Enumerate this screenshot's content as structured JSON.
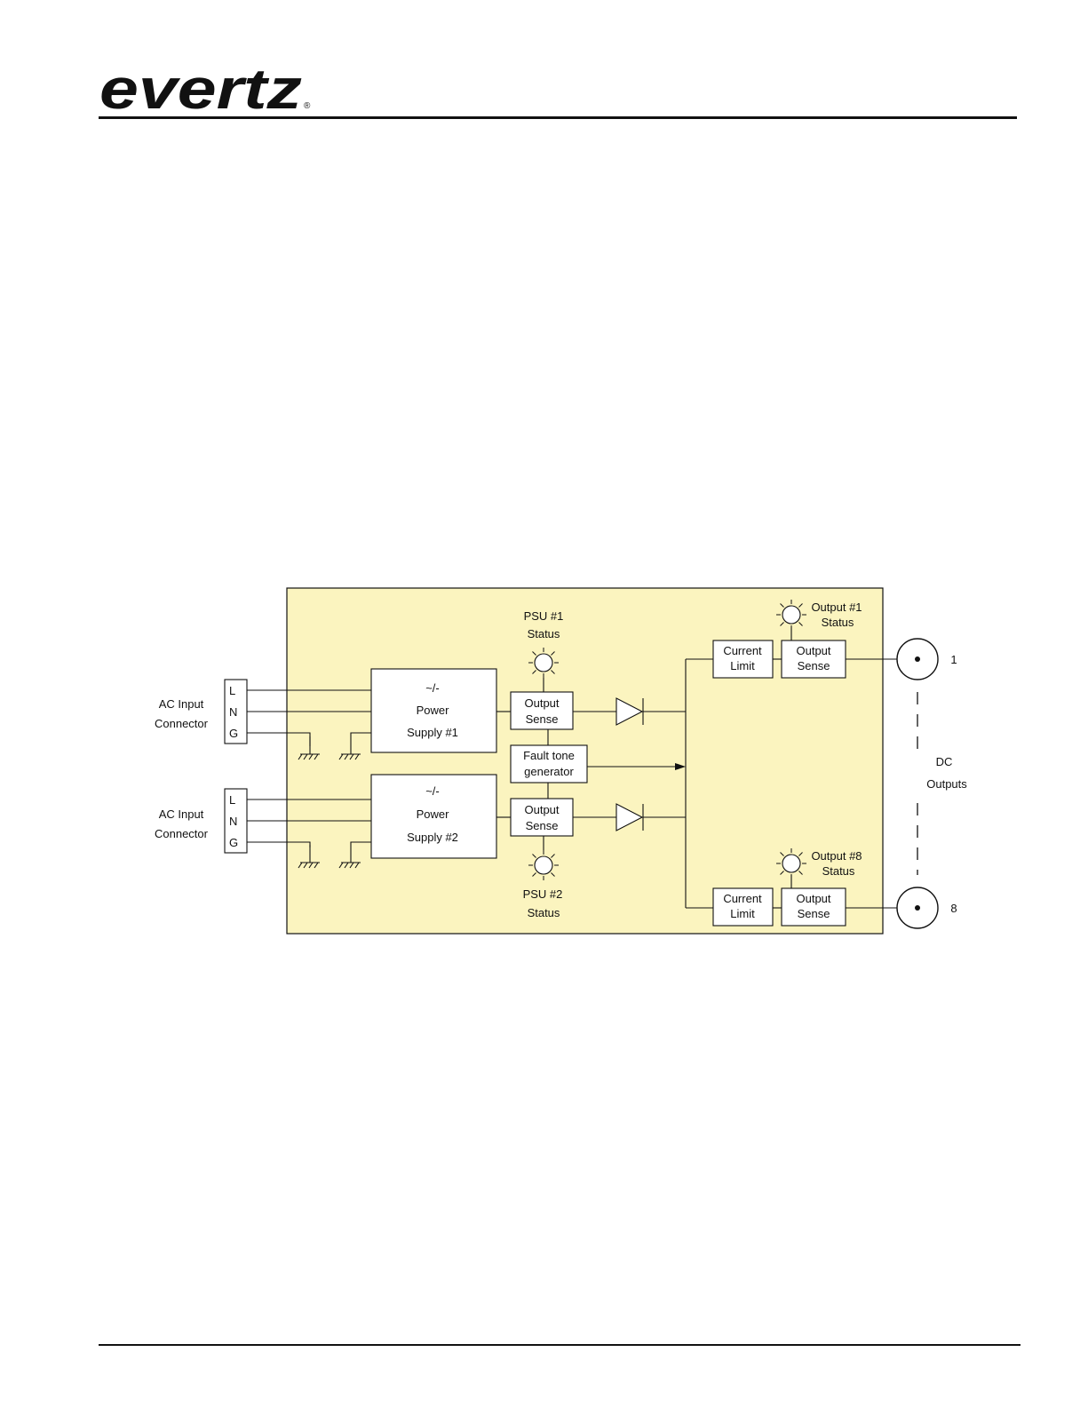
{
  "header": {
    "logo_text": "evertz",
    "logo_mark": "®"
  },
  "diagram": {
    "background_color": "#fbf4bf",
    "ac_connectors": [
      {
        "label_line1": "AC Input",
        "label_line2": "Connector",
        "pins": [
          "L",
          "N",
          "G"
        ]
      },
      {
        "label_line1": "AC Input",
        "label_line2": "Connector",
        "pins": [
          "L",
          "N",
          "G"
        ]
      }
    ],
    "power_supplies": [
      {
        "symbol": "~/-",
        "line2": "Power",
        "line3": "Supply #1"
      },
      {
        "symbol": "~/-",
        "line2": "Power",
        "line3": "Supply #2"
      }
    ],
    "psu_sense": [
      {
        "line1": "Output",
        "line2": "Sense"
      },
      {
        "line1": "Output",
        "line2": "Sense"
      }
    ],
    "psu_status": [
      {
        "line1": "PSU #1",
        "line2": "Status"
      },
      {
        "line1": "PSU #2",
        "line2": "Status"
      }
    ],
    "fault_tone": {
      "line1": "Fault tone",
      "line2": "generator"
    },
    "outputs": [
      {
        "current_limit": {
          "line1": "Current",
          "line2": "Limit"
        },
        "sense": {
          "line1": "Output",
          "line2": "Sense"
        },
        "status": {
          "line1": "Output #1",
          "line2": "Status"
        },
        "connector_number": "1"
      },
      {
        "current_limit": {
          "line1": "Current",
          "line2": "Limit"
        },
        "sense": {
          "line1": "Output",
          "line2": "Sense"
        },
        "status": {
          "line1": "Output #8",
          "line2": "Status"
        },
        "connector_number": "8"
      }
    ],
    "dc_outputs": {
      "line1": "DC",
      "line2": "Outputs"
    }
  }
}
